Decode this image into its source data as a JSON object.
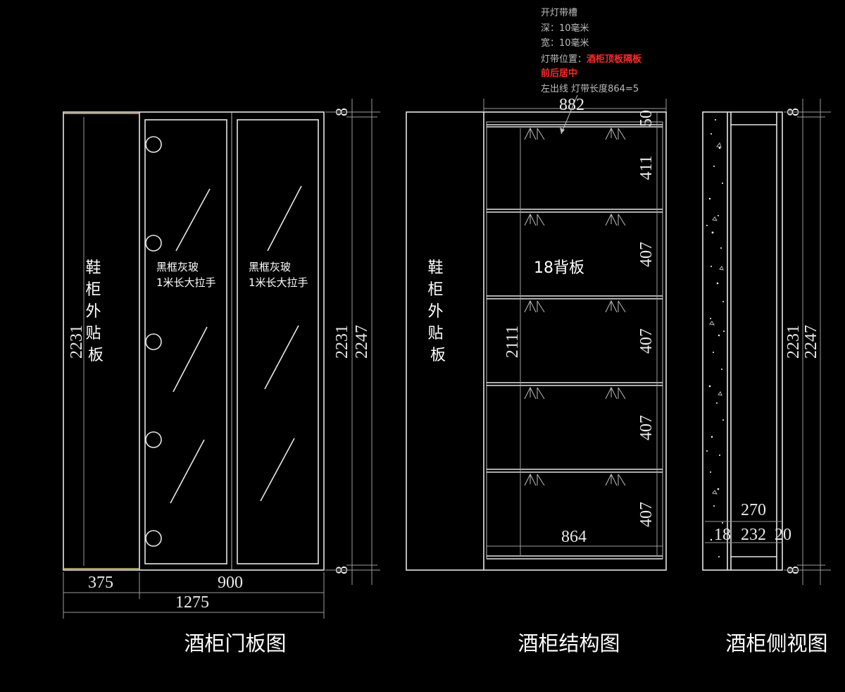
{
  "titles": {
    "door_view": "酒柜门板图",
    "structure_view": "酒柜结构图",
    "side_view": "酒柜侧视图"
  },
  "labels": {
    "shoe_panel": [
      "鞋",
      "柜",
      "外",
      "贴",
      "板"
    ],
    "glass_door_line1": "黑框灰玻",
    "glass_door_line2": "1米长大拉手",
    "back_panel": "18背板"
  },
  "notes": {
    "line1": "开灯带槽",
    "line2": "深：10毫米",
    "line3": "宽：10毫米",
    "line4_prefix": "灯带位置：",
    "line4_red": "酒柜顶板隔板",
    "line5_red": "前后居中",
    "line6": "左出线  灯带长度864=5"
  },
  "dims": {
    "door_w_left": "375",
    "door_w_right": "900",
    "door_w_total": "1275",
    "door_h_inner": "2231",
    "door_h_outer": "2247",
    "gap": "8",
    "struct_w": "882",
    "struct_inner_w": "864",
    "struct_inner_h": "2111",
    "shelf_top": "50",
    "shelf_1": "411",
    "shelf_2": "407",
    "shelf_3": "407",
    "shelf_4": "407",
    "shelf_5": "407",
    "side_w": "270",
    "side_a": "18",
    "side_b": "232",
    "side_c": "20"
  },
  "colors": {
    "background": "#000000",
    "line": "#e6e6e6",
    "accent_red": "#ff2a2a",
    "edge_gold": "#d8c27a"
  }
}
